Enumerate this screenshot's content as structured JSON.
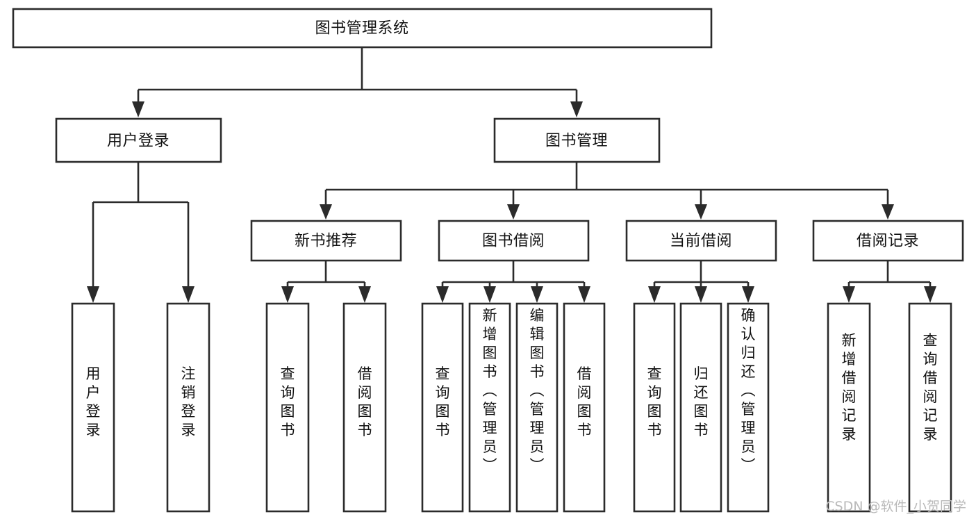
{
  "diagram": {
    "type": "tree-hierarchy",
    "title": "图书管理系统",
    "orientation": "top-down",
    "colors": {
      "stroke": "#2b2b2b",
      "fill": "#ffffff",
      "text": "#111111",
      "watermark": "#b9b9b9",
      "background": "#ffffff"
    },
    "levels": [
      {
        "level": 1,
        "nodes": [
          {
            "id": "root",
            "label": "图书管理系统",
            "orientation": "horizontal"
          }
        ]
      },
      {
        "level": 2,
        "nodes": [
          {
            "id": "login",
            "label": "用户登录",
            "orientation": "horizontal",
            "parent": "root"
          },
          {
            "id": "book-mgmt",
            "label": "图书管理",
            "orientation": "horizontal",
            "parent": "root"
          }
        ]
      },
      {
        "level": 3,
        "nodes": [
          {
            "id": "new-book-rec",
            "label": "新书推荐",
            "orientation": "horizontal",
            "parent": "book-mgmt"
          },
          {
            "id": "book-borrow",
            "label": "图书借阅",
            "orientation": "horizontal",
            "parent": "book-mgmt"
          },
          {
            "id": "current-borrow",
            "label": "当前借阅",
            "orientation": "horizontal",
            "parent": "book-mgmt"
          },
          {
            "id": "borrow-record",
            "label": "借阅记录",
            "orientation": "horizontal",
            "parent": "book-mgmt"
          }
        ]
      },
      {
        "level": 4,
        "nodes": [
          {
            "id": "leaf-1",
            "label": "用户登录",
            "orientation": "vertical",
            "parent": "login"
          },
          {
            "id": "leaf-2",
            "label": "注销登录",
            "orientation": "vertical",
            "parent": "login"
          },
          {
            "id": "leaf-3",
            "label": "查询图书",
            "orientation": "vertical",
            "parent": "new-book-rec"
          },
          {
            "id": "leaf-4",
            "label": "借阅图书",
            "orientation": "vertical",
            "parent": "new-book-rec"
          },
          {
            "id": "leaf-5",
            "label": "查询图书",
            "orientation": "vertical",
            "parent": "book-borrow"
          },
          {
            "id": "leaf-6",
            "label": "新增图书（管理员）",
            "orientation": "vertical",
            "parent": "book-borrow"
          },
          {
            "id": "leaf-7",
            "label": "编辑图书（管理员）",
            "orientation": "vertical",
            "parent": "book-borrow"
          },
          {
            "id": "leaf-8",
            "label": "借阅图书",
            "orientation": "vertical",
            "parent": "book-borrow"
          },
          {
            "id": "leaf-9",
            "label": "查询图书",
            "orientation": "vertical",
            "parent": "current-borrow"
          },
          {
            "id": "leaf-10",
            "label": "归还图书",
            "orientation": "vertical",
            "parent": "current-borrow"
          },
          {
            "id": "leaf-11",
            "label": "确认归还（管理员）",
            "orientation": "vertical",
            "parent": "current-borrow"
          },
          {
            "id": "leaf-12",
            "label": "新增借阅记录",
            "orientation": "vertical",
            "parent": "borrow-record"
          },
          {
            "id": "leaf-13",
            "label": "查询借阅记录",
            "orientation": "vertical",
            "parent": "borrow-record"
          }
        ]
      }
    ]
  },
  "watermark": {
    "text": "CSDN @软件_小贺同学"
  }
}
